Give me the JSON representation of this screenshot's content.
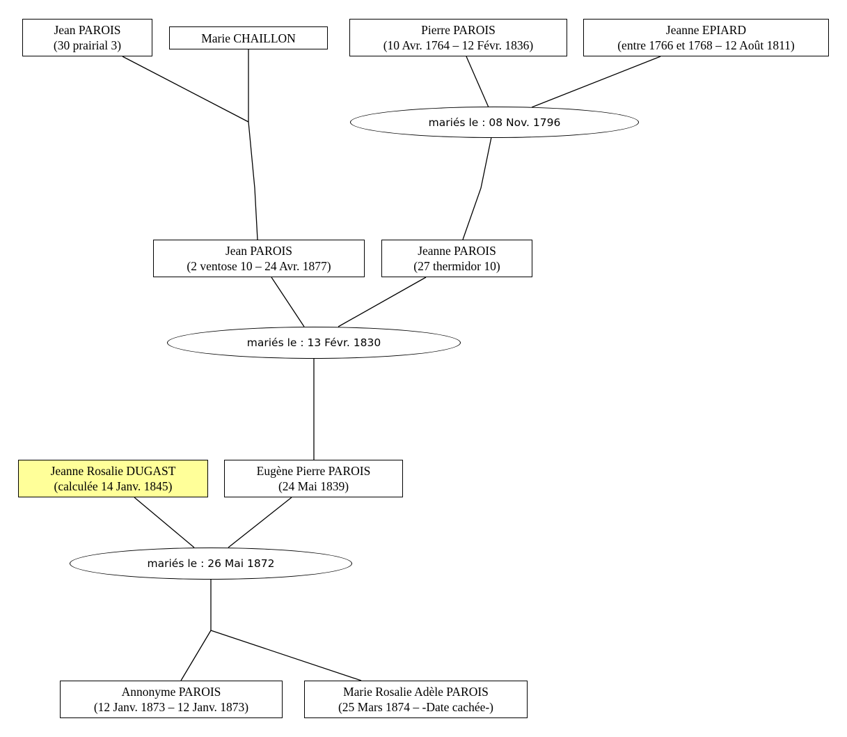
{
  "persons": {
    "jean_parois_sr": {
      "name": "Jean PAROIS",
      "dates": "(30 prairial 3)"
    },
    "marie_chaillon": {
      "name": "Marie CHAILLON",
      "dates": ""
    },
    "pierre_parois": {
      "name": "Pierre PAROIS",
      "dates": "(10 Avr. 1764 – 12 Févr. 1836)"
    },
    "jeanne_epiard": {
      "name": "Jeanne EPIARD",
      "dates": "(entre 1766 et 1768 – 12 Août 1811)"
    },
    "jean_parois": {
      "name": "Jean PAROIS",
      "dates": "(2 ventose 10 – 24 Avr. 1877)"
    },
    "jeanne_parois": {
      "name": "Jeanne PAROIS",
      "dates": "(27 thermidor 10)"
    },
    "jeanne_rosalie_dugast": {
      "name": "Jeanne Rosalie DUGAST",
      "dates": "(calculée 14 Janv. 1845)"
    },
    "eugene_pierre_parois": {
      "name": "Eugène Pierre PAROIS",
      "dates": "(24 Mai 1839)"
    },
    "annonyme_parois": {
      "name": "Annonyme PAROIS",
      "dates": "(12 Janv. 1873 – 12 Janv. 1873)"
    },
    "marie_rosalie_adele_parois": {
      "name": "Marie Rosalie Adèle PAROIS",
      "dates": "(25 Mars 1874 – -Date cachée-)"
    }
  },
  "marriages": {
    "m1796": {
      "label": "mariés le : 08 Nov. 1796"
    },
    "m1830": {
      "label": "mariés le : 13 Févr. 1830"
    },
    "m1872": {
      "label": "mariés le : 26 Mai 1872"
    }
  },
  "colors": {
    "highlight": "#ffff99",
    "line": "#000000"
  }
}
